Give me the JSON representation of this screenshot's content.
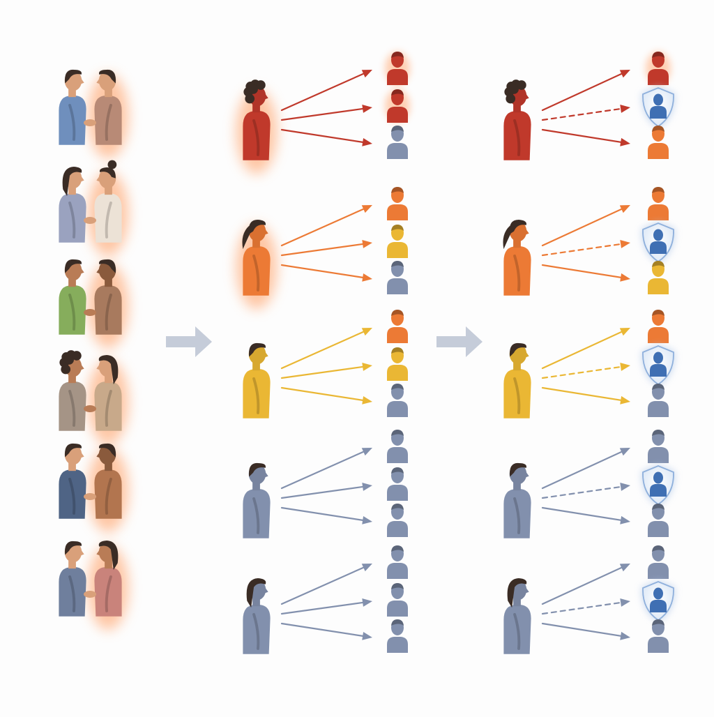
{
  "palette": {
    "red": "#c0392b",
    "orange": "#ec7a35",
    "yellow": "#eab734",
    "slate": "#8290ad",
    "shield_blue": "#3f6fb3",
    "glow": "#ff9a5c",
    "flow_arrow": "#c5ccd9",
    "skin_light": "#d9a07a",
    "skin_mid": "#b97c56",
    "skin_dark": "#8a5a3c",
    "hair": "#3a2c25"
  },
  "couples": [
    {
      "left": {
        "shirt": "#6f8fbd",
        "skin": "skin_light",
        "hair": "short"
      },
      "right": {
        "shirt": "#b88a76",
        "skin": "skin_light",
        "hair": "short"
      },
      "glow": true
    },
    {
      "left": {
        "shirt": "#9aa2bf",
        "skin": "skin_light",
        "hair": "long"
      },
      "right": {
        "shirt": "#ece2d6",
        "skin": "skin_light",
        "hair": "bun"
      },
      "glow": true
    },
    {
      "left": {
        "shirt": "#86ad5c",
        "skin": "skin_mid",
        "hair": "short"
      },
      "right": {
        "shirt": "#a87a5e",
        "skin": "skin_dark",
        "hair": "short"
      },
      "glow": true
    },
    {
      "left": {
        "shirt": "#a59486",
        "skin": "skin_mid",
        "hair": "curly"
      },
      "right": {
        "shirt": "#c8a98a",
        "skin": "skin_light",
        "hair": "long"
      },
      "glow": true
    },
    {
      "left": {
        "shirt": "#4f6485",
        "skin": "skin_light",
        "hair": "short"
      },
      "right": {
        "shirt": "#b2754f",
        "skin": "skin_dark",
        "hair": "short"
      },
      "glow": true
    },
    {
      "left": {
        "shirt": "#6f7f9d",
        "skin": "skin_light",
        "hair": "short"
      },
      "right": {
        "shirt": "#c9837b",
        "skin": "skin_mid",
        "hair": "long"
      },
      "glow": true
    }
  ],
  "transmission": [
    {
      "source": {
        "color": "red",
        "hair": "curly",
        "glow": true
      },
      "targets": [
        "red",
        "red",
        "slate"
      ],
      "arrow_color": "red"
    },
    {
      "source": {
        "color": "orange",
        "hair": "ponytail",
        "glow": true
      },
      "targets": [
        "orange",
        "yellow",
        "slate"
      ],
      "arrow_color": "orange"
    },
    {
      "source": {
        "color": "yellow",
        "hair": "short",
        "glow": false
      },
      "targets": [
        "orange",
        "yellow",
        "slate"
      ],
      "arrow_color": "yellow"
    },
    {
      "source": {
        "color": "slate",
        "hair": "short",
        "glow": false
      },
      "targets": [
        "slate",
        "slate",
        "slate"
      ],
      "arrow_color": "slate"
    },
    {
      "source": {
        "color": "slate",
        "hair": "long",
        "glow": false
      },
      "targets": [
        "slate",
        "slate",
        "slate"
      ],
      "arrow_color": "slate"
    }
  ],
  "protected": [
    {
      "source": {
        "color": "red",
        "hair": "curly",
        "glow": false
      },
      "targets": [
        "red",
        "shield",
        "orange"
      ],
      "arrow_color": "red"
    },
    {
      "source": {
        "color": "orange",
        "hair": "ponytail",
        "glow": false
      },
      "targets": [
        "orange",
        "shield",
        "yellow"
      ],
      "arrow_color": "orange"
    },
    {
      "source": {
        "color": "yellow",
        "hair": "short",
        "glow": false
      },
      "targets": [
        "orange",
        "shield",
        "slate"
      ],
      "arrow_color": "yellow"
    },
    {
      "source": {
        "color": "slate",
        "hair": "short",
        "glow": false
      },
      "targets": [
        "slate",
        "shield",
        "slate"
      ],
      "arrow_color": "slate"
    },
    {
      "source": {
        "color": "slate",
        "hair": "long",
        "glow": false
      },
      "targets": [
        "slate",
        "shield",
        "slate"
      ],
      "arrow_color": "slate"
    }
  ],
  "flow_arrows": [
    "flow-arrow-1",
    "flow-arrow-2"
  ]
}
